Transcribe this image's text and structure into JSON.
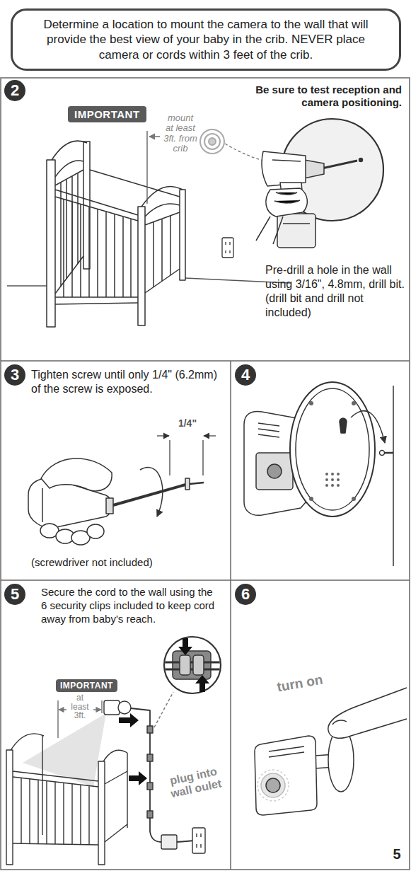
{
  "diagram": {
    "nodes": [
      {
        "text": [
          "Determine a location to mount the camera to the wall that will provide the best view of your baby in the crib. NEVER place camera or cords within 3 feet of the crib."
        ]
      },
      {
        "text": [
          "2"
        ]
      },
      {
        "text": [
          "IMPORTANT"
        ]
      },
      {
        "text": [
          "3"
        ]
      },
      {
        "text": [
          "4"
        ]
      },
      {
        "text": [
          "5"
        ]
      },
      {
        "text": [
          "IMPORTANT"
        ]
      },
      {
        "text": [
          "6"
        ]
      }
    ],
    "labels": [
      "Be sure to test reception and camera positioning.",
      "mount at least 3ft. from crib",
      "Pre-drill a hole in the wall using 3/16\", 4.8mm, drill bit. (drill bit and drill not included)",
      "Tighten screw until only 1/4\" (6.2mm) of the screw is exposed.",
      "1/4\"",
      "(screwdriver not included)",
      "Secure the cord to the wall using the 6 security clips included to keep cord away from baby's reach.",
      "at least 3ft.",
      "plug into wall oulet",
      "turn on",
      "5"
    ]
  }
}
